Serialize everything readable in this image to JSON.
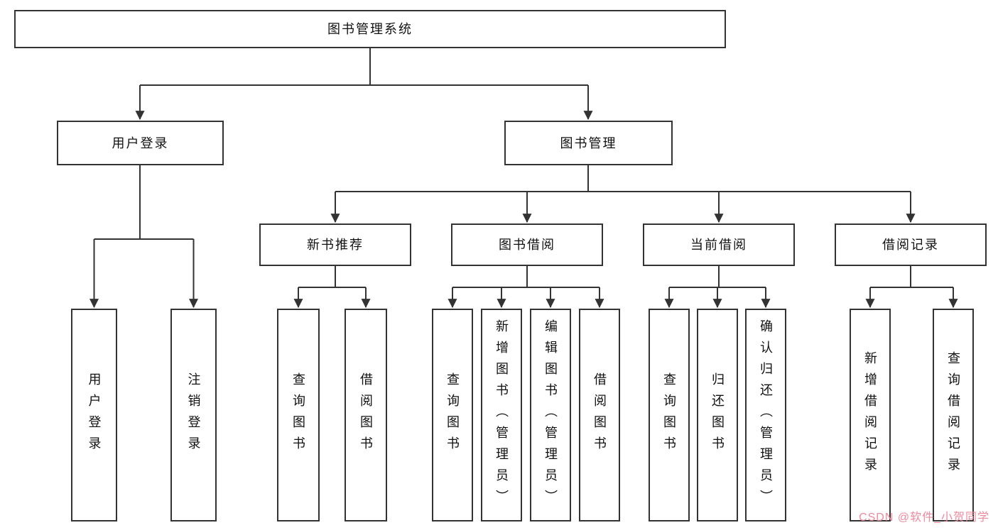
{
  "nodes": {
    "root": "图书管理系统",
    "user_login": "用户登录",
    "book_mgmt": "图书管理",
    "login_children": [
      "用户登录",
      "注销登录"
    ],
    "modules": [
      "新书推荐",
      "图书借阅",
      "当前借阅",
      "借阅记录"
    ],
    "new_book_children": [
      "查询图书",
      "借阅图书"
    ],
    "borrow_children": [
      "查询图书",
      "新增图书（管理员）",
      "编辑图书（管理员）",
      "借阅图书"
    ],
    "current_children": [
      "查询图书",
      "归还图书",
      "确认归还（管理员）"
    ],
    "record_children": [
      "新增借阅记录",
      "查询借阅记录"
    ]
  },
  "watermark": "CSDN @软件_小贺同学",
  "colors": {
    "line": "#333333",
    "box_border": "#333333",
    "text": "#111111",
    "watermark": "#f08a9e",
    "background": "#ffffff"
  }
}
